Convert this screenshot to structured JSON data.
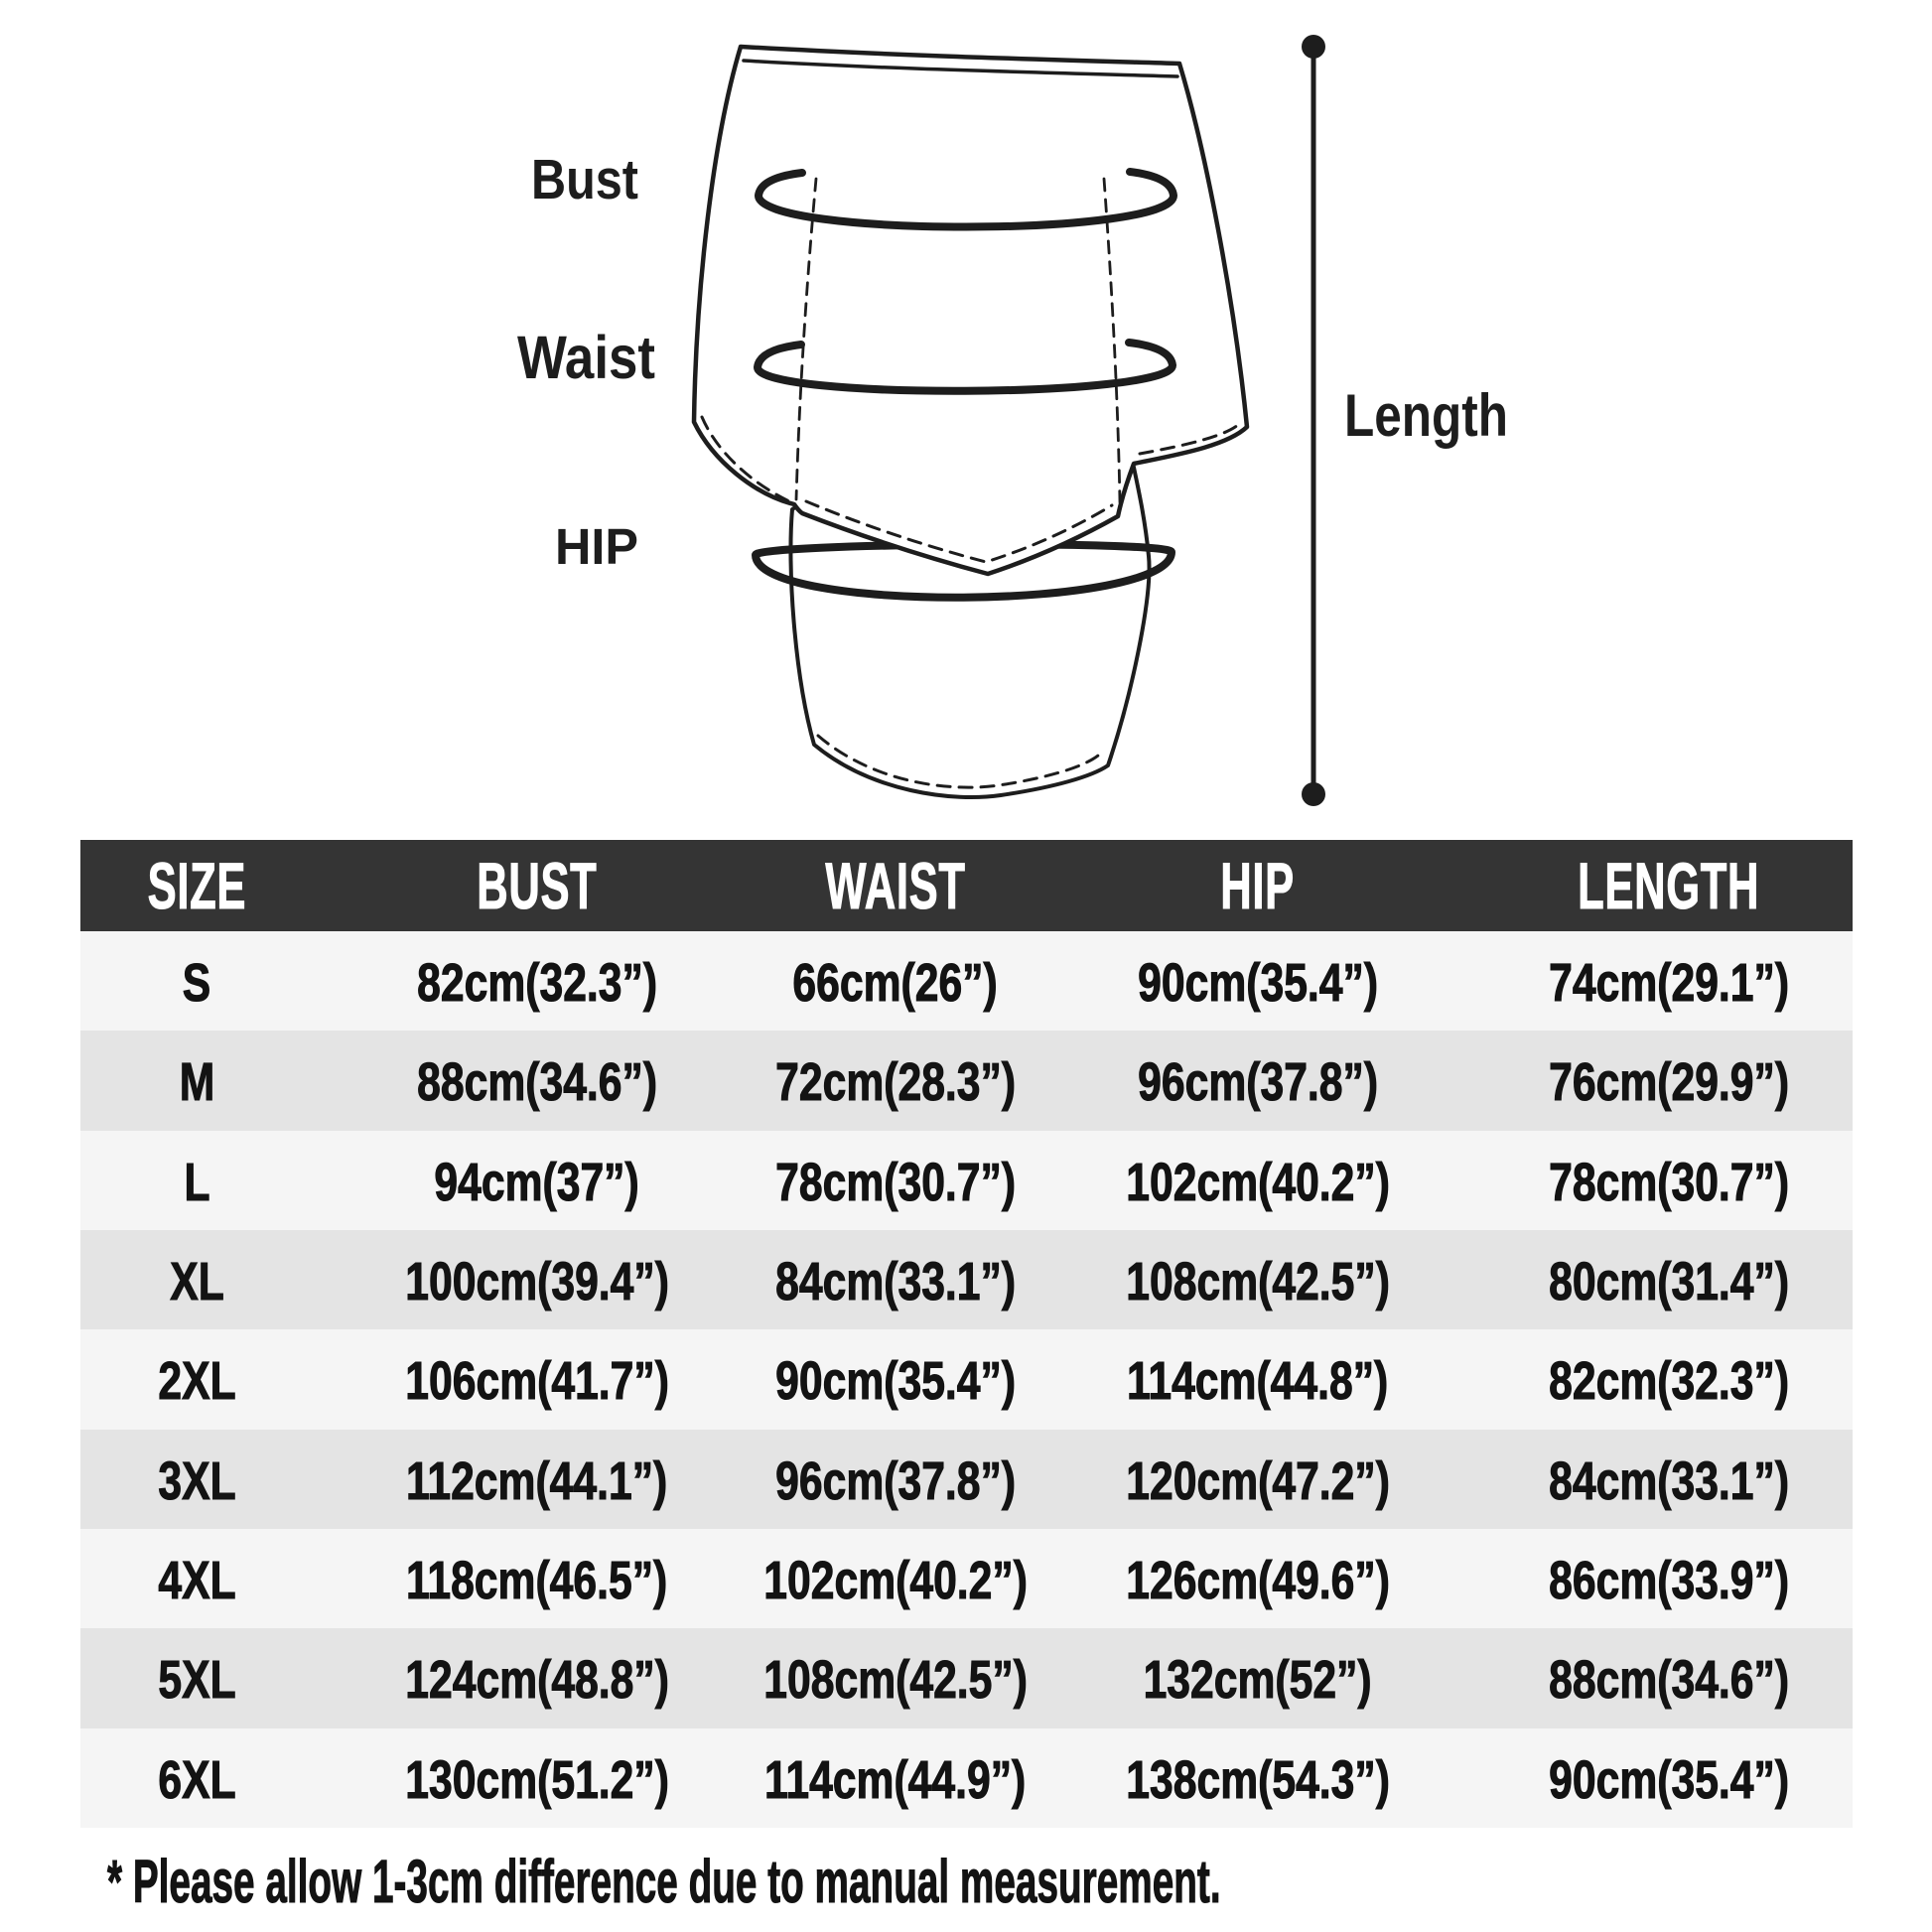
{
  "diagram": {
    "labels": {
      "bust": "Bust",
      "waist": "Waist",
      "hip": "HIP",
      "length": "Length"
    }
  },
  "chart_data": {
    "type": "table",
    "columns": [
      "SIZE",
      "BUST",
      "WAIST",
      "HIP",
      "LENGTH"
    ],
    "rows": [
      [
        "S",
        "82cm(32.3”)",
        "66cm(26”)",
        "90cm(35.4”)",
        "74cm(29.1”)"
      ],
      [
        "M",
        "88cm(34.6”)",
        "72cm(28.3”)",
        "96cm(37.8”)",
        "76cm(29.9”)"
      ],
      [
        "L",
        "94cm(37”)",
        "78cm(30.7”)",
        "102cm(40.2”)",
        "78cm(30.7”)"
      ],
      [
        "XL",
        "100cm(39.4”)",
        "84cm(33.1”)",
        "108cm(42.5”)",
        "80cm(31.4”)"
      ],
      [
        "2XL",
        "106cm(41.7”)",
        "90cm(35.4”)",
        "114cm(44.8”)",
        "82cm(32.3”)"
      ],
      [
        "3XL",
        "112cm(44.1”)",
        "96cm(37.8”)",
        "120cm(47.2”)",
        "84cm(33.1”)"
      ],
      [
        "4XL",
        "118cm(46.5”)",
        "102cm(40.2”)",
        "126cm(49.6”)",
        "86cm(33.9”)"
      ],
      [
        "5XL",
        "124cm(48.8”)",
        "108cm(42.5”)",
        "132cm(52”)",
        "88cm(34.6”)"
      ],
      [
        "6XL",
        "130cm(51.2”)",
        "114cm(44.9”)",
        "138cm(54.3”)",
        "90cm(35.4”)"
      ]
    ]
  },
  "footnote": "* Please allow 1-3cm difference due to manual measurement.",
  "colors": {
    "header_bg": "#343434",
    "header_text": "#ffffff",
    "row_light": "#f5f5f5",
    "row_dark": "#e4e4e4",
    "text": "#131313",
    "line": "#1d1d1d"
  }
}
